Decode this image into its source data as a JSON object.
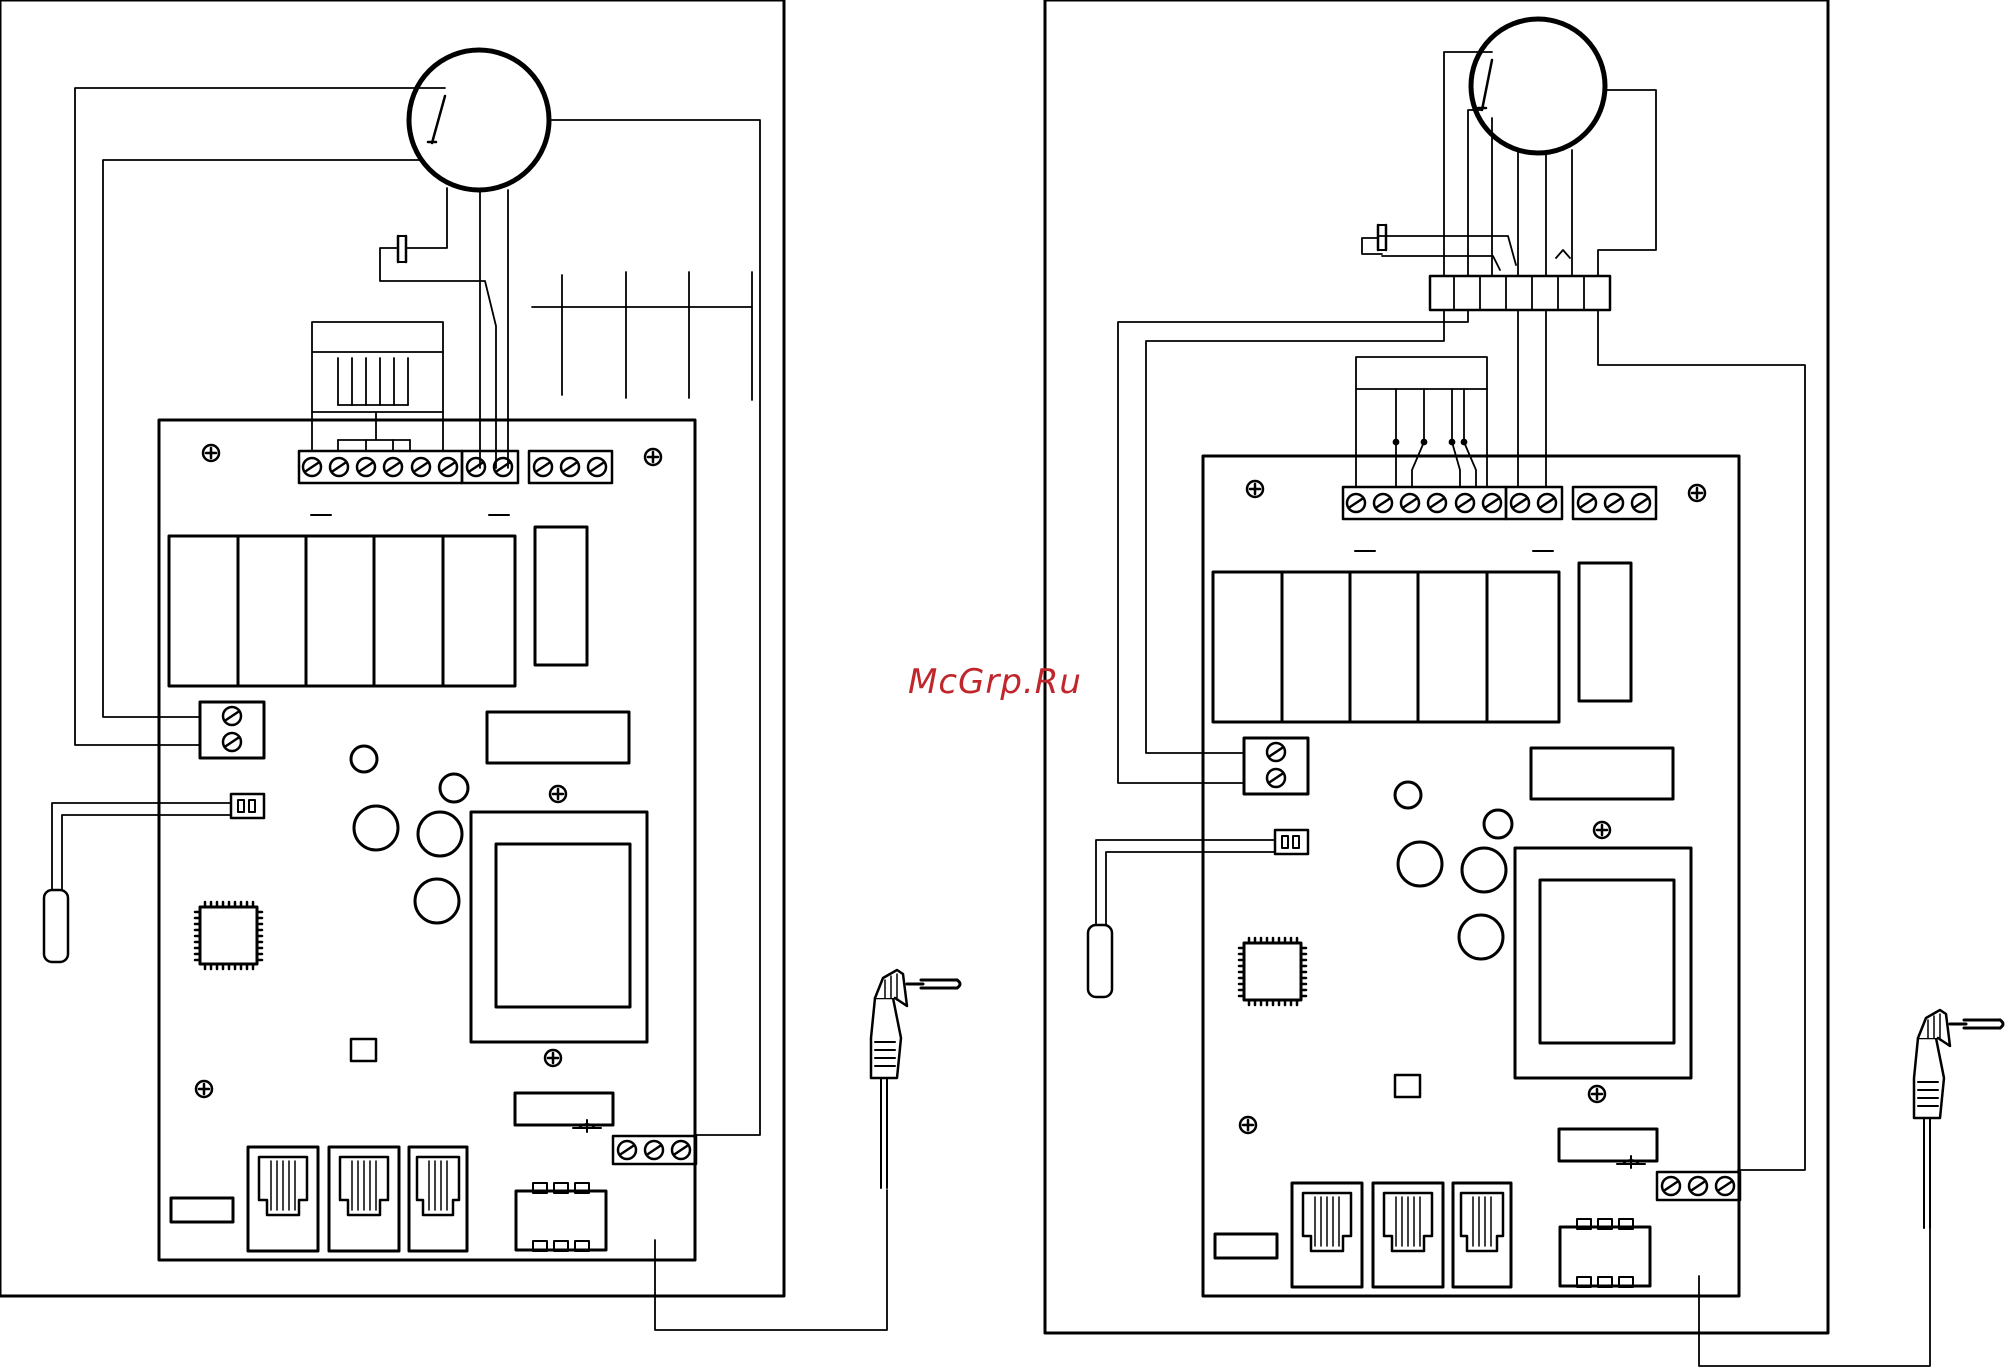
{
  "watermark": {
    "text": "McGrp.Ru",
    "color": "#c0272d"
  },
  "colors": {
    "line": "#000000",
    "background": "#ffffff"
  },
  "diagrams": [
    {
      "name": "left-wiring-diagram"
    },
    {
      "name": "right-wiring-diagram"
    }
  ]
}
